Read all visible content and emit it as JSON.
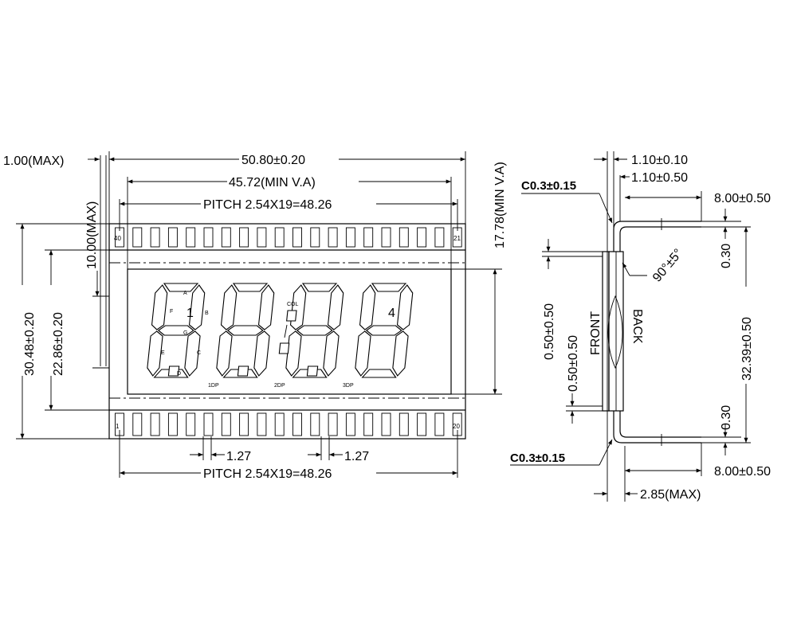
{
  "front_view": {
    "dim_max_thickness": "1.00(MAX)",
    "dim_overall_width": "50.80±0.20",
    "dim_view_area_width": "45.72(MIN V.A)",
    "dim_pitch_top": "PITCH 2.54X19=48.26",
    "dim_pitch_bottom": "PITCH 2.54X19=48.26",
    "dim_pin_offset_left": "1.27",
    "dim_pin_offset_right": "1.27",
    "dim_overall_height": "30.48±0.20",
    "dim_inner_height": "22.86±0.20",
    "dim_pin_length": "10.00(MAX)",
    "dim_view_area_height": "17.78(MIN V.A)",
    "pin_labels": {
      "top_left": "40",
      "top_right": "21",
      "bottom_left": "1",
      "bottom_right": "20"
    },
    "segment_labels": [
      "A",
      "B",
      "C",
      "D",
      "E",
      "F",
      "G"
    ],
    "digit_labels": {
      "first": "1",
      "fourth": "4"
    },
    "colon_label": "COL",
    "dp_labels": [
      "1DP",
      "2DP",
      "3DP"
    ]
  },
  "side_view": {
    "dim_glass_thickness": "1.10±0.10",
    "dim_pin_offset": "1.10±0.50",
    "dim_lead_length_top": "8.00±0.50",
    "dim_lead_length_bottom": "8.00±0.50",
    "chamfer_top": "C0.3±0.15",
    "chamfer_bottom": "C0.3±0.15",
    "dim_angle": "90°±5°",
    "dim_lead_top": "0.30",
    "dim_lead_bottom": "0.30",
    "dim_span": "32.39±0.50",
    "dim_offset_upper": "0.50±0.50",
    "dim_offset_lower": "0.50±0.50",
    "dim_total_thickness": "2.85(MAX)",
    "label_front": "FRONT",
    "label_back": "BACK"
  }
}
